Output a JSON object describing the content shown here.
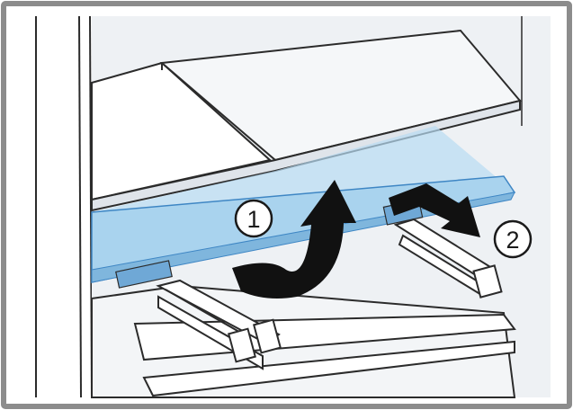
{
  "diagram": {
    "steps": [
      {
        "number": "1",
        "action": "lift"
      },
      {
        "number": "2",
        "action": "pull-out"
      }
    ],
    "colors": {
      "frame": "#8c8c8c",
      "background": "#ffffff",
      "interior": "#e9edf1",
      "highlight_part": "#a9d3ee",
      "highlight_part_edge": "#3e86c4",
      "line": "#2b2b2b",
      "arrow": "#111111"
    }
  }
}
